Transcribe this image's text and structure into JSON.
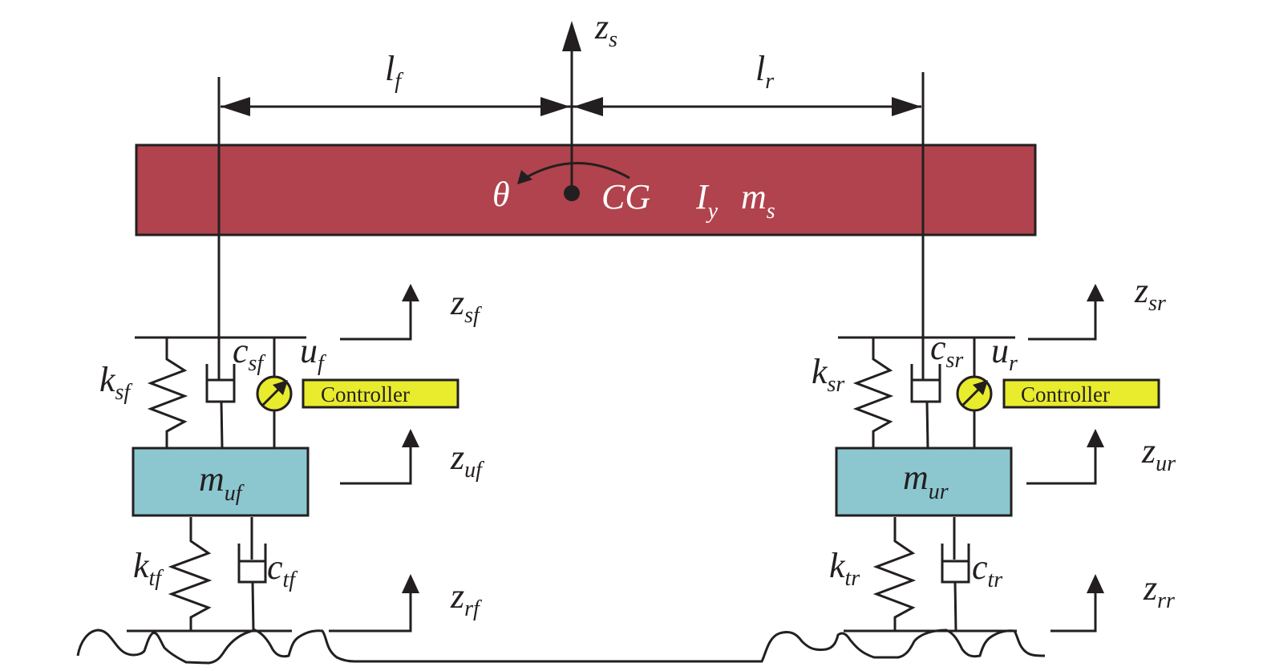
{
  "colors": {
    "sprung_mass": "#b0434d",
    "unsprung_mass": "#8cc7d0",
    "controller": "#e8ec2c",
    "actuator": "#e8ec2c",
    "line": "#231f20"
  },
  "top": {
    "z_s": {
      "base": "z",
      "sub": "s"
    },
    "l_f": {
      "base": "l",
      "sub": "f"
    },
    "l_r": {
      "base": "l",
      "sub": "r"
    }
  },
  "body": {
    "theta": "θ",
    "cg": "CG",
    "inertia": {
      "base": "I",
      "sub": "y"
    },
    "mass": {
      "base": "m",
      "sub": "s"
    }
  },
  "front": {
    "z_sf": {
      "base": "z",
      "sub": "sf"
    },
    "z_uf": {
      "base": "z",
      "sub": "uf"
    },
    "z_rf": {
      "base": "z",
      "sub": "rf"
    },
    "k_sf": {
      "base": "k",
      "sub": "sf"
    },
    "c_sf": {
      "base": "c",
      "sub": "sf"
    },
    "u_f": {
      "base": "u",
      "sub": "f"
    },
    "controller": "Controller",
    "m_uf": {
      "base": "m",
      "sub": "uf"
    },
    "k_tf": {
      "base": "k",
      "sub": "tf"
    },
    "c_tf": {
      "base": "c",
      "sub": "tf"
    }
  },
  "rear": {
    "z_sr": {
      "base": "z",
      "sub": "sr"
    },
    "z_ur": {
      "base": "z",
      "sub": "ur"
    },
    "z_rr": {
      "base": "z",
      "sub": "rr"
    },
    "k_sr": {
      "base": "k",
      "sub": "sr"
    },
    "c_sr": {
      "base": "c",
      "sub": "sr"
    },
    "u_r": {
      "base": "u",
      "sub": "r"
    },
    "controller": "Controller",
    "m_ur": {
      "base": "m",
      "sub": "ur"
    },
    "k_tr": {
      "base": "k",
      "sub": "tr"
    },
    "c_tr": {
      "base": "c",
      "sub": "tr"
    }
  }
}
